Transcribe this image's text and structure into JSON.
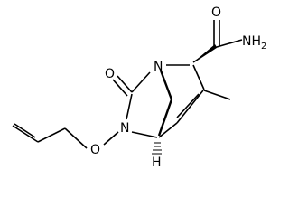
{
  "molecule": {
    "atoms": {
      "n_bridgehead": "N",
      "n_alkoxy": "N",
      "o_carbonyl": "O",
      "o_ether": "O",
      "o_amide": "O",
      "nh2": "NH",
      "nh2_subscript": "2",
      "h_stereo": "H"
    }
  }
}
